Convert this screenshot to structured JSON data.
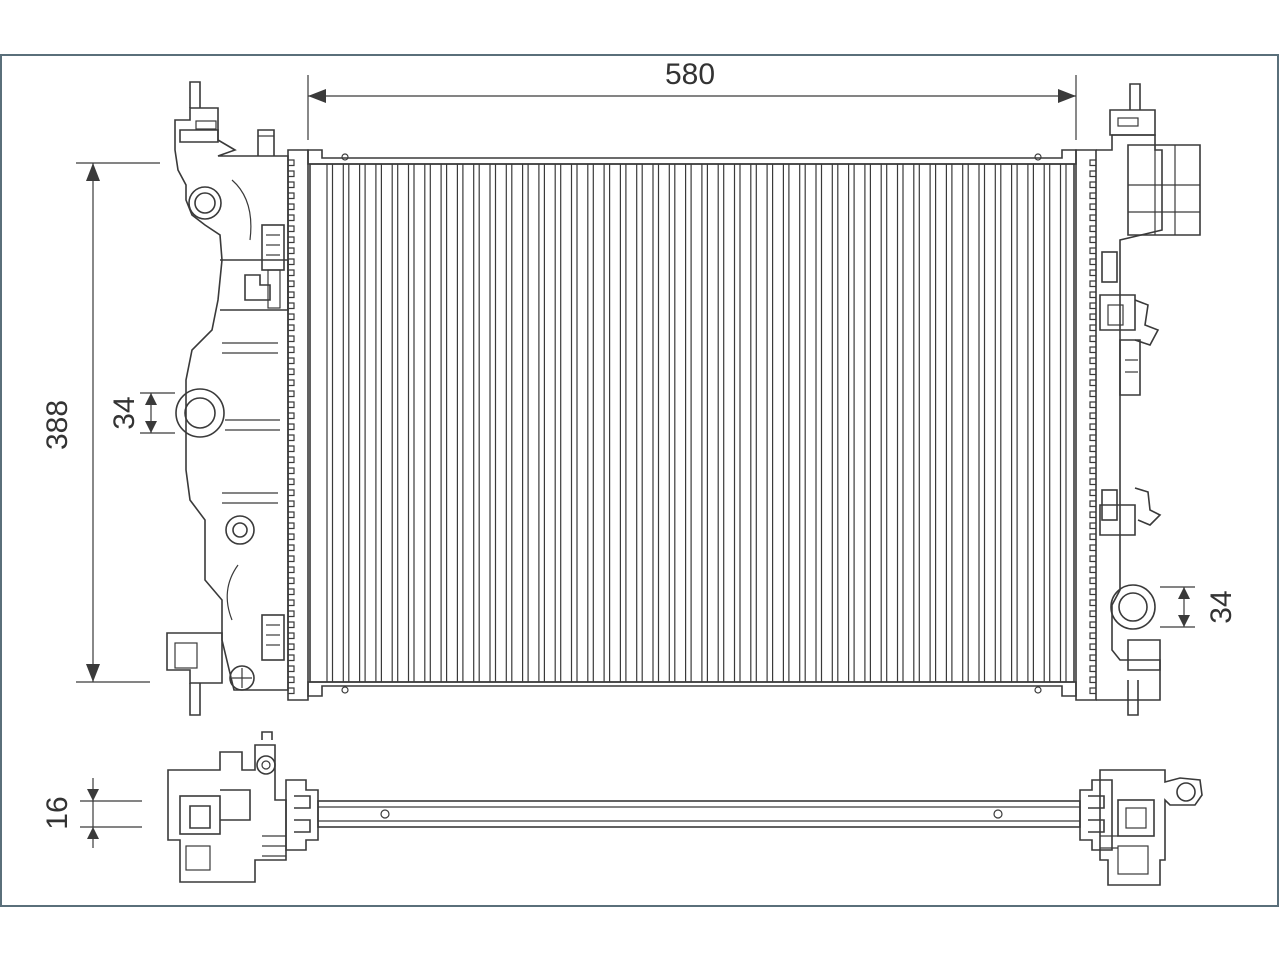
{
  "dimensions": {
    "width": "580",
    "height": "388",
    "inlet_diameter": "34",
    "outlet_diameter": "34",
    "core_depth": "16"
  },
  "colors": {
    "frame": "#5a6f7a",
    "line": "#3a3a3a",
    "background": "#ffffff"
  }
}
